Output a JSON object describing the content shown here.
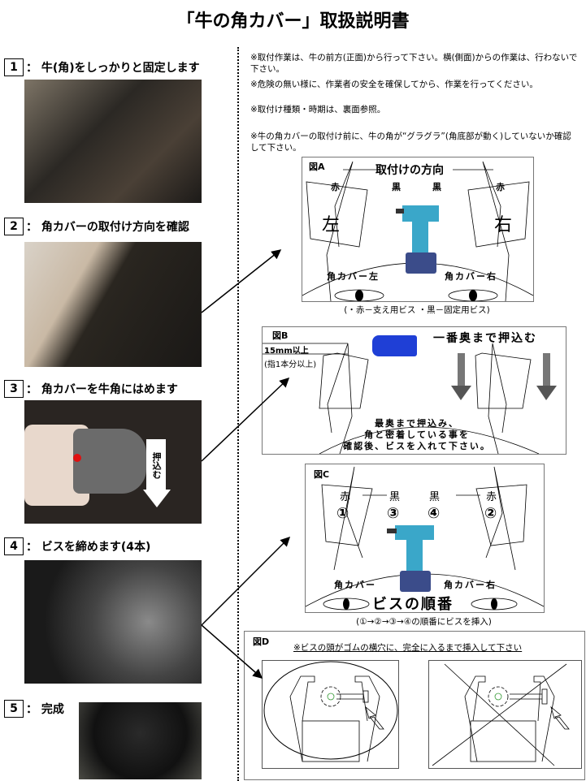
{
  "title": "「牛の角カバー」取扱説明書",
  "steps": [
    {
      "num": "1",
      "label": "：  牛(角)をしっかりと固定します"
    },
    {
      "num": "2",
      "label": "：  角カバーの取付け方向を確認"
    },
    {
      "num": "3",
      "label": "：  角カバーを牛角にはめます",
      "photo_text": "押込む"
    },
    {
      "num": "4",
      "label": "：  ビスを締めます(4本)"
    },
    {
      "num": "5",
      "label": "：  完成"
    }
  ],
  "notes": [
    "※取付作業は、牛の前方(正面)から行って下さい。横(側面)からの作業は、行わないで下さい。",
    "※危険の無い様に、作業者の安全を確保してから、作業を行ってください。",
    "※取付け種類・時期は、裏面参照。",
    "※牛の角カバーの取付け前に、牛の角が“グラグラ”(角底部が動く)していないか確認して下さい。"
  ],
  "figA": {
    "label": "図A",
    "heading": "取付けの方向",
    "red": "赤",
    "black": "黒",
    "left": "左",
    "right": "右",
    "cover_left": "角カバー左",
    "cover_right": "角カバー右",
    "caption": "(・赤－支え用ビス ・黒－固定用ビス)"
  },
  "figB": {
    "label": "図B",
    "depth": "15mm以上",
    "depth_note": "(指1本分以上)",
    "heading": "一番奥まで押込む",
    "body1": "最奥まで押込み、",
    "body2": "角と密着している事を",
    "body3": "確認後、ビスを入れて下さい。"
  },
  "figC": {
    "label": "図C",
    "red": "赤",
    "black": "黒",
    "n1": "①",
    "n2": "②",
    "n3": "③",
    "n4": "④",
    "cover_left": "角カバー",
    "cover_right": "角カバー右",
    "heading": "ビスの順番",
    "caption": "(①→②→③→④の順番にビスを挿入)"
  },
  "figD": {
    "label": "図D",
    "heading": "※ビスの頭がゴムの横穴に、完全に入るまで挿入して下さい"
  },
  "colors": {
    "drill": "#3aa7c9",
    "hand": "#1f3fd6",
    "red_dot": "#e01010"
  }
}
